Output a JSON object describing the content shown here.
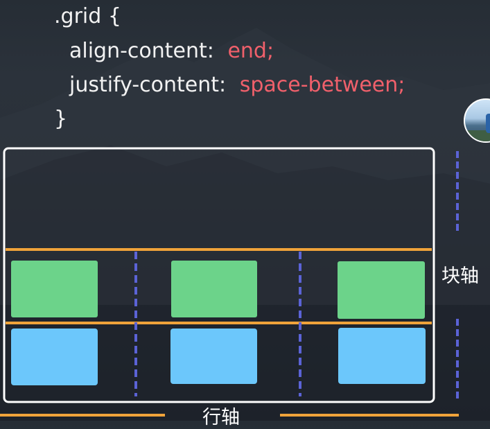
{
  "code": {
    "line1": ".grid {",
    "line2_prop": "align-content:",
    "line2_val": "end;",
    "line3_prop": "justify-content:",
    "line3_val": "space-between;",
    "line4": "}"
  },
  "labels": {
    "block_axis": "块轴",
    "inline_axis": "行轴"
  },
  "colors": {
    "background": "#262d35",
    "code_text": "#f2f2f2",
    "code_value": "#f0606b",
    "container_border": "#ffffff",
    "track_line": "#f0a33a",
    "gap_dash": "#5b63d6",
    "row1_item": "#6cd38a",
    "row2_item": "#6cc7fb"
  },
  "icons": {
    "avatar": "avatar-photo"
  }
}
